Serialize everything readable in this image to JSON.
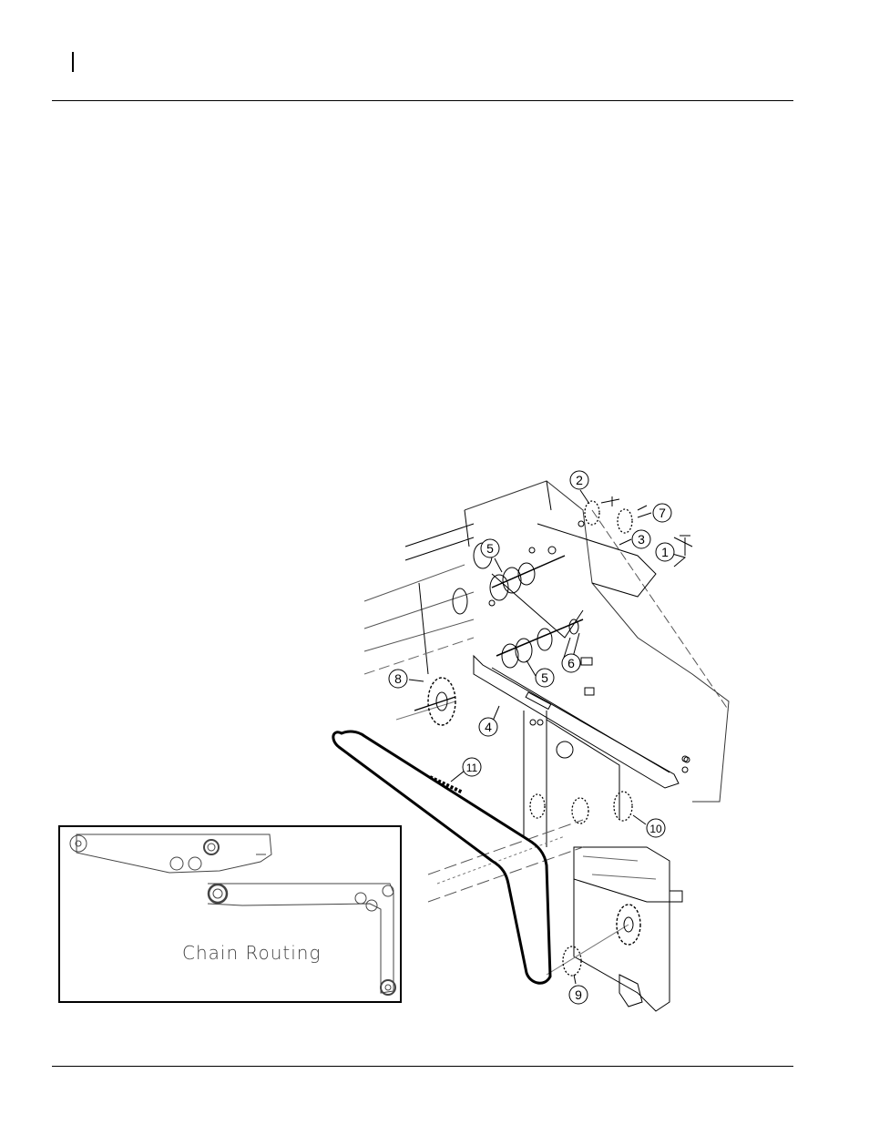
{
  "page": {
    "header_marker": "",
    "footer_text": ""
  },
  "figure": {
    "callouts": [
      {
        "id": "c1",
        "label": "1"
      },
      {
        "id": "c2",
        "label": "2"
      },
      {
        "id": "c3",
        "label": "3"
      },
      {
        "id": "c4",
        "label": "4"
      },
      {
        "id": "c5a",
        "label": "5"
      },
      {
        "id": "c5b",
        "label": "5"
      },
      {
        "id": "c6",
        "label": "6"
      },
      {
        "id": "c7",
        "label": "7"
      },
      {
        "id": "c8",
        "label": "8"
      },
      {
        "id": "c9",
        "label": "9"
      },
      {
        "id": "c10",
        "label": "10"
      },
      {
        "id": "c11",
        "label": "11"
      }
    ],
    "inset": {
      "caption": "Chain Routing"
    }
  }
}
